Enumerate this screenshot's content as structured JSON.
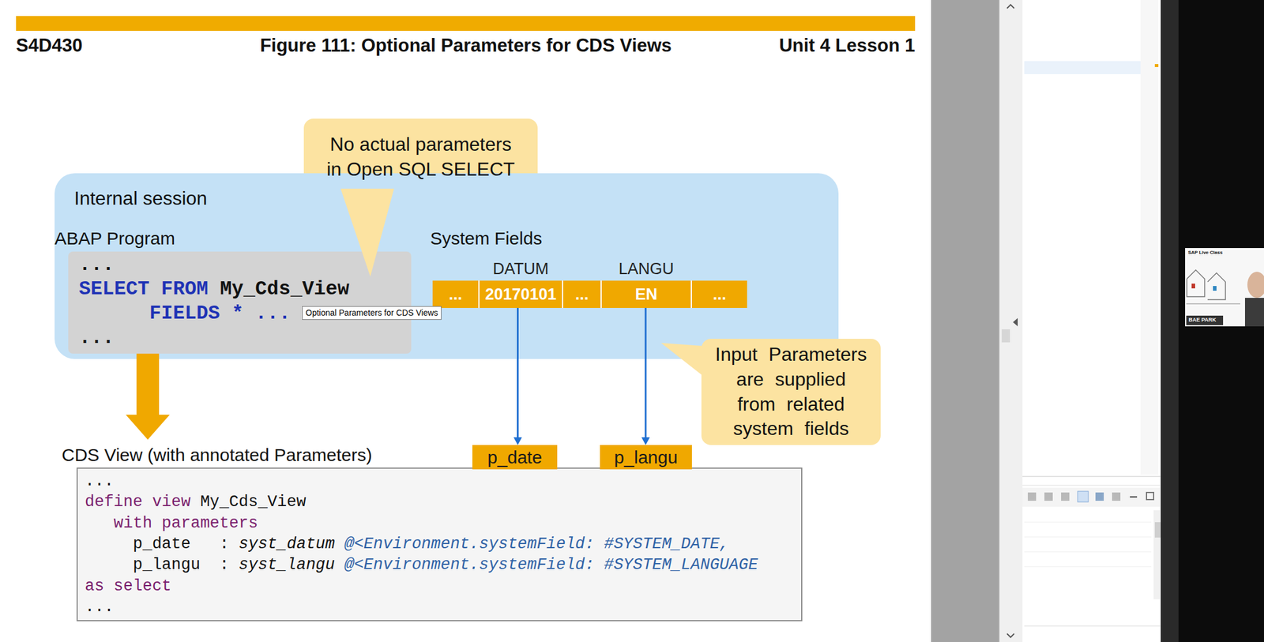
{
  "diagram": {
    "title": "Figure 111: Optional Parameters for CDS Views",
    "nodes": [
      {
        "text": [
          "No actual parameters in Open SQL SELECT"
        ]
      },
      {
        "text": [
          "Internal session"
        ]
      },
      {
        "text": [
          "ABAP Program",
          "...",
          "SELECT FROM",
          "My_Cds_View",
          "FIELDS * ...",
          "..."
        ],
        "in": 1
      },
      {
        "text": [
          "Optional Parameters for CDS Views"
        ]
      },
      {
        "text": [
          "System Fields"
        ],
        "in": 1
      },
      {
        "text": [
          "..."
        ],
        "in": 4
      },
      {
        "text": [
          "DATUM",
          "20170101"
        ],
        "in": 4
      },
      {
        "text": [
          "..."
        ],
        "in": 4
      },
      {
        "text": [
          "LANGU",
          "EN"
        ],
        "in": 4
      },
      {
        "text": [
          "..."
        ],
        "in": 4
      },
      {
        "text": [
          "Input Parameters are supplied from related system fields"
        ]
      },
      {
        "text": [
          "CDS View (with annotated Parameters)",
          "...",
          "define view",
          "My_Cds_View",
          "with parameters",
          "p_date",
          ":",
          "syst_datum",
          "@<Environment.systemField: #SYSTEM_DATE,",
          "p_langu",
          ":",
          "syst_langu",
          "@<Environment.systemField: #SYSTEM_LANGUAGE",
          "as select",
          "..."
        ]
      },
      {
        "text": [
          "p_date"
        ]
      },
      {
        "text": [
          "p_langu"
        ]
      }
    ],
    "edges": [
      {
        "from": 2,
        "to": 11,
        "arrow": "to"
      },
      {
        "from": 6,
        "to": 12,
        "arrow": "to"
      },
      {
        "from": 8,
        "to": 13,
        "arrow": "to"
      }
    ],
    "labels": [
      "S4D430",
      "Unit 4 Lesson 1",
      "SAP Live Class",
      "BAE PARK"
    ]
  }
}
